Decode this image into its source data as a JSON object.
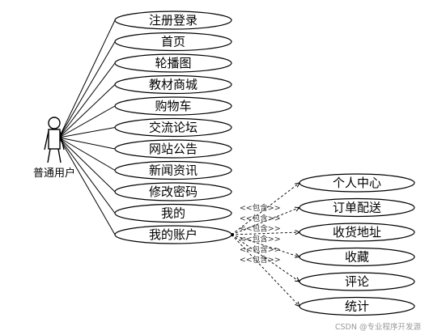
{
  "actor": {
    "label": "普通用户"
  },
  "use_cases": [
    {
      "label": "注册登录"
    },
    {
      "label": "首页"
    },
    {
      "label": "轮播图"
    },
    {
      "label": "教材商城"
    },
    {
      "label": "购物车"
    },
    {
      "label": "交流论坛"
    },
    {
      "label": "网站公告"
    },
    {
      "label": "新闻资讯"
    },
    {
      "label": "修改密码"
    },
    {
      "label": "我的"
    },
    {
      "label": "我的账户"
    }
  ],
  "sub_cases": [
    {
      "label": "个人中心"
    },
    {
      "label": "订单配送"
    },
    {
      "label": "收货地址"
    },
    {
      "label": "收藏"
    },
    {
      "label": "评论"
    },
    {
      "label": "统计"
    }
  ],
  "include_label": "<<包含>>",
  "watermark": "CSDN @专业程序开发源"
}
